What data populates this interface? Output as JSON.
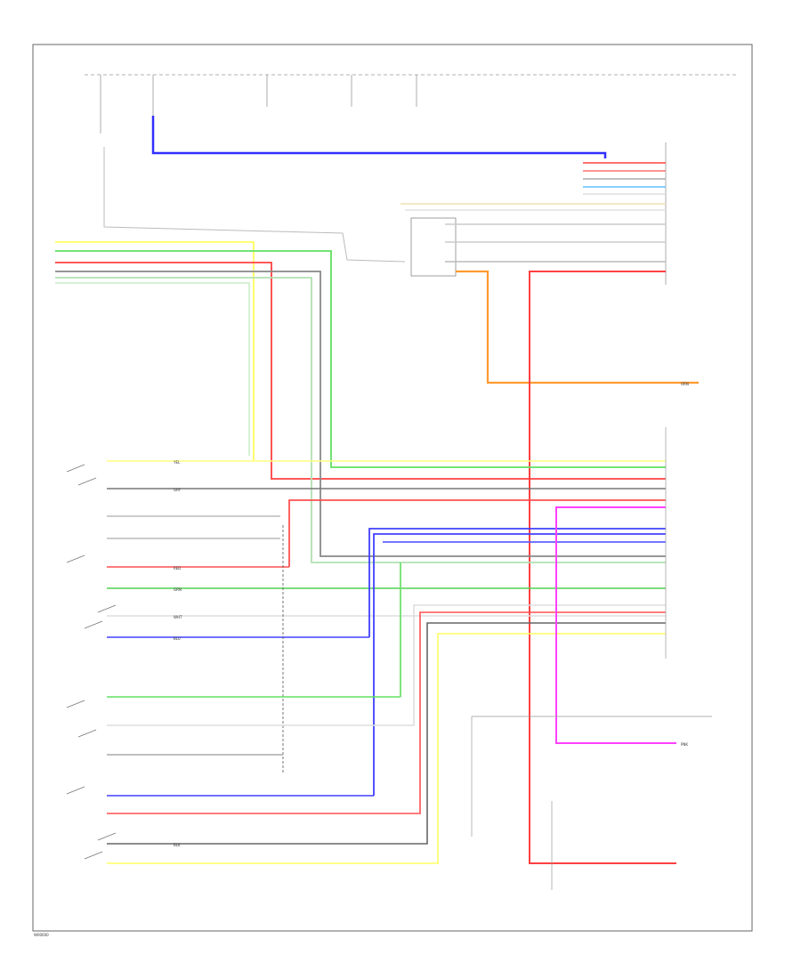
{
  "diagram": {
    "footer_code": "W00000",
    "wire_labels": {
      "gray": "GRY",
      "red": "RED",
      "green": "GRN",
      "white": "WHT",
      "blue": "BLU",
      "yellow": "YEL",
      "orange": "ORN",
      "pink": "PNK",
      "black": "BLK"
    }
  }
}
